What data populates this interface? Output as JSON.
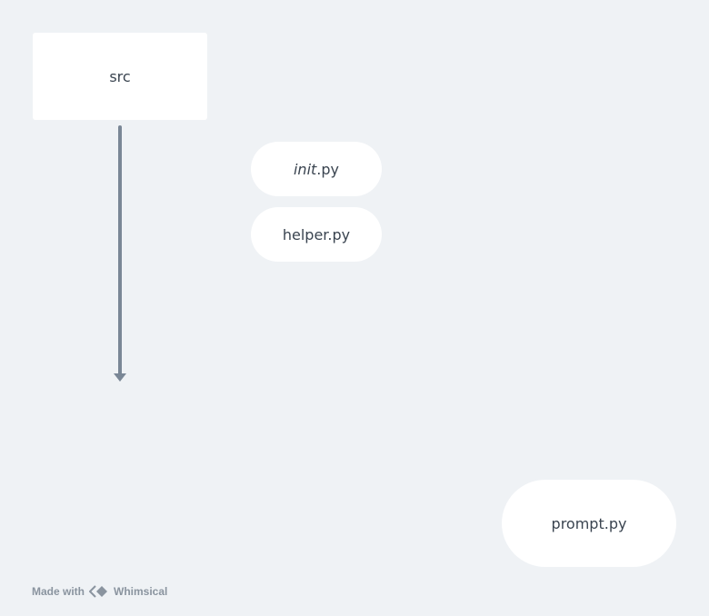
{
  "diagram": {
    "nodes": {
      "src": {
        "label": "src"
      },
      "init": {
        "label_italic": "init",
        "label_rest": ".py"
      },
      "helper": {
        "label": "helper.py"
      },
      "prompt": {
        "label": "prompt.py"
      }
    },
    "edges": [
      {
        "from": "src",
        "to": "",
        "style": "solid arrow"
      }
    ]
  },
  "footer": {
    "made_with": "Made with",
    "brand": "Whimsical",
    "icon": "whimsical-logo-icon"
  },
  "colors": {
    "background": "#eff2f5",
    "node_fill": "#ffffff",
    "edge": "#7a8796",
    "text": "#3a4450"
  }
}
